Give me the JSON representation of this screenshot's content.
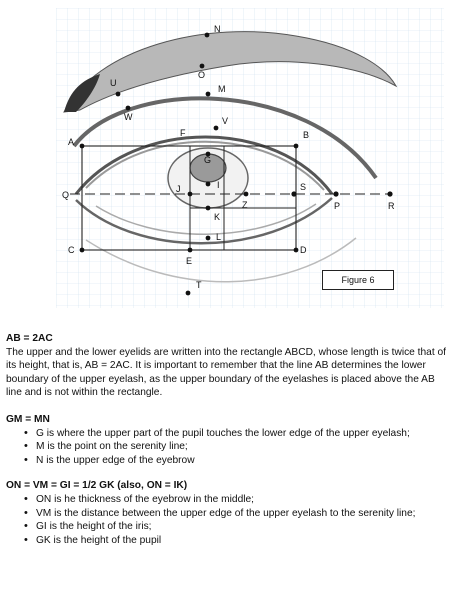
{
  "figure": {
    "caption": "Figure 6",
    "labels": {
      "N": "N",
      "O": "O",
      "U": "U",
      "M": "M",
      "W": "W",
      "V": "V",
      "A": "A",
      "F": "F",
      "B": "B",
      "G": "G",
      "Q": "Q",
      "J": "J",
      "I": "I",
      "S": "S",
      "P": "P",
      "R": "R",
      "Z": "Z",
      "K": "K",
      "L": "L",
      "C": "C",
      "D": "D",
      "E": "E",
      "T": "T"
    }
  },
  "section1": {
    "heading": "AB = 2AC",
    "body": "The upper and the lower eyelids are written into the rectangle ABCD, whose length is twice that of its height, that is, AB = 2AC.  It is important to remember that the line AB determines the lower boundary of the upper eyelash, as the upper boundary of the eyelashes is placed above  the AB line and is not within the rectangle."
  },
  "section2": {
    "heading": "GM = MN",
    "items": [
      "G is where the upper part of the pupil touches the lower edge of the upper eyelash;",
      "M is the point on the serenity line;",
      "N is the upper edge of the eyebrow"
    ]
  },
  "section3": {
    "heading": "ON = VM = GI = 1/2 GK (also, ON = IK)",
    "items": [
      "ON is he thickness of the eyebrow in the middle;",
      "VM is the distance between the upper edge of the upper eyelash to the serenity line;",
      "GI is the height of the iris;",
      "GK is the height of the pupil"
    ]
  }
}
